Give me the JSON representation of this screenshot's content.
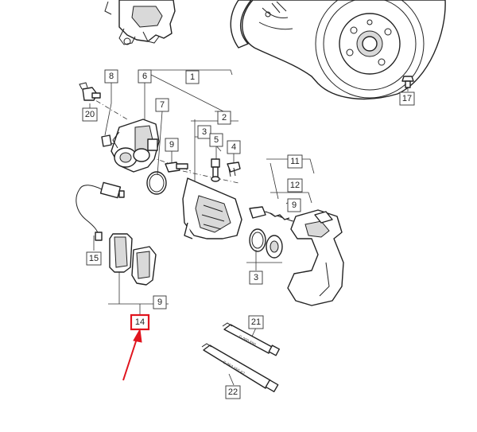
{
  "callouts": {
    "c1": "1",
    "c2": "2",
    "c3a": "3",
    "c3b": "3",
    "c4": "4",
    "c5": "5",
    "c6": "6",
    "c7": "7",
    "c8": "8",
    "c9a": "9",
    "c9b": "9",
    "c9c": "9",
    "c11": "11",
    "c12": "12",
    "c14": "14",
    "c15": "15",
    "c17": "17",
    "c20": "20",
    "c21": "21",
    "c22": "22"
  },
  "tube_labels": {
    "upper": "G 000 650",
    "lower": "G 052 150 A2"
  },
  "colors": {
    "highlight": "#e0141e",
    "arrow": "#e0141e"
  },
  "highlighted_part": "14"
}
